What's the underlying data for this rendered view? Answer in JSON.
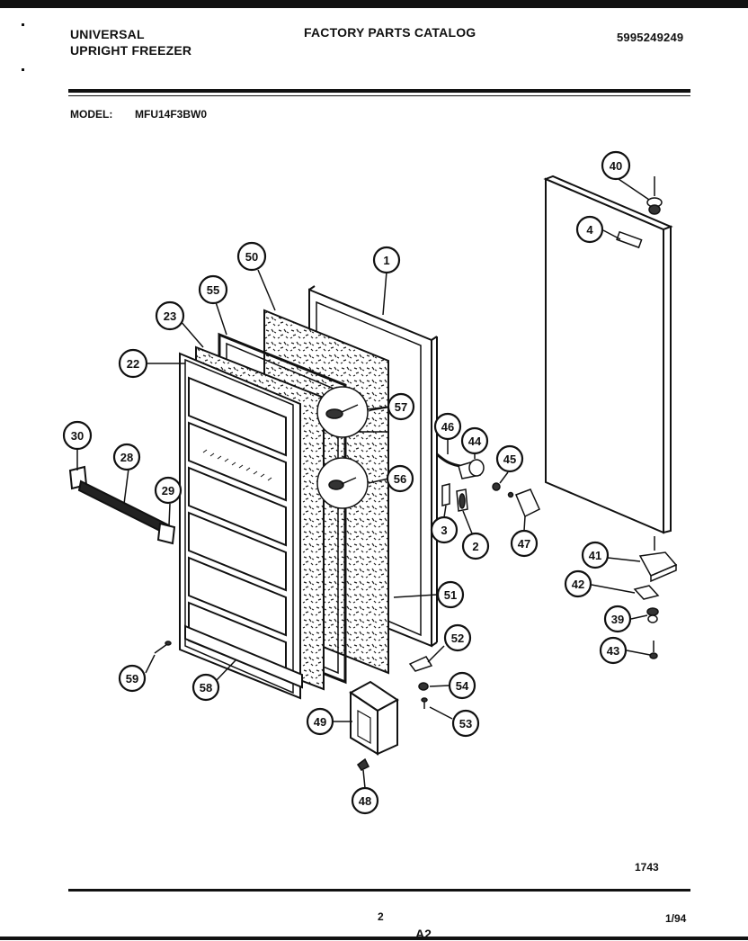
{
  "header": {
    "brand_line1": "UNIVERSAL",
    "brand_line2": "UPRIGHT FREEZER",
    "catalog_title": "FACTORY PARTS CATALOG",
    "catalog_number": "5995249249"
  },
  "model": {
    "label": "MODEL:",
    "value": "MFU14F3BW0"
  },
  "diagram": {
    "callouts": [
      "1",
      "2",
      "3",
      "4",
      "22",
      "23",
      "28",
      "29",
      "30",
      "39",
      "40",
      "41",
      "42",
      "43",
      "44",
      "45",
      "46",
      "47",
      "48",
      "49",
      "50",
      "51",
      "52",
      "53",
      "54",
      "55",
      "56",
      "57",
      "58",
      "59"
    ]
  },
  "footer": {
    "figure_number": "1743",
    "page_number": "2",
    "date": "1/94",
    "section": "A2"
  }
}
